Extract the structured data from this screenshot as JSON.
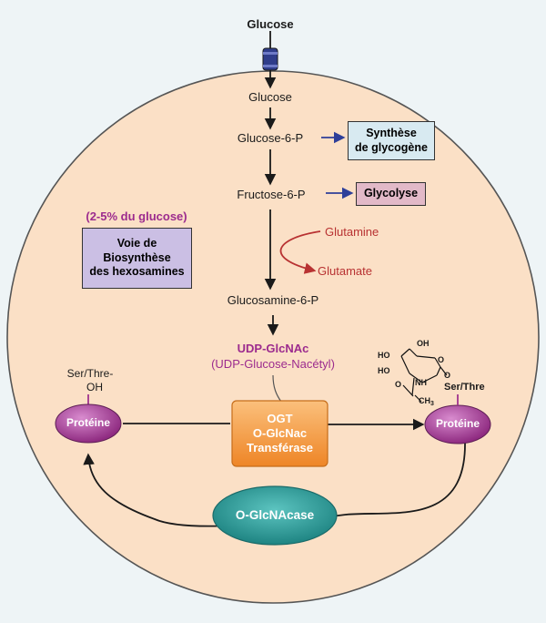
{
  "top_label": "Glucose",
  "pathway": {
    "glucose": "Glucose",
    "g6p": "Glucose-6-P",
    "f6p": "Fructose-6-P",
    "gln": "Glutamine",
    "glu": "Glutamate",
    "gln6p": "Glucosamine-6-P",
    "udp": "UDP-GlcNAc",
    "udp_full": "(UDP-Glucose-Nacétyl)"
  },
  "branches": {
    "glycogen": [
      "Synthèse",
      "de glycogène"
    ],
    "glycolysis": "Glycolyse"
  },
  "hexosamine": {
    "percent": "(2-5% du glucose)",
    "box": [
      "Voie de",
      "Biosynthèse",
      "des hexosamines"
    ]
  },
  "left_protein": {
    "residue": "Ser/Thre-",
    "oh": "OH",
    "label": "Protéine"
  },
  "right_protein": {
    "label": "Protéine",
    "residue": "Ser/Thre"
  },
  "ogt": [
    "OGT",
    "O-GlcNac",
    "Transférase"
  ],
  "oga": "O-GlcNAcase",
  "molecule": {
    "oh_top": "OH",
    "ho1": "HO",
    "ho2": "HO",
    "o_ring": "O",
    "o_link": "O",
    "nh": "NH",
    "o_acetyl": "O",
    "ch3": "CH",
    "sub3": "3"
  },
  "colors": {
    "cell": "#fbe0c6",
    "pathway_arrow": "#1a1a1a",
    "branch_arrow": "#2e3f99",
    "glutamine": "#b83232",
    "hexosamine_text": "#9c2b8e",
    "ogt_fill": "#f39a3e",
    "oga_fill": "#2a9a97",
    "protein_fill": "#a0338f"
  }
}
